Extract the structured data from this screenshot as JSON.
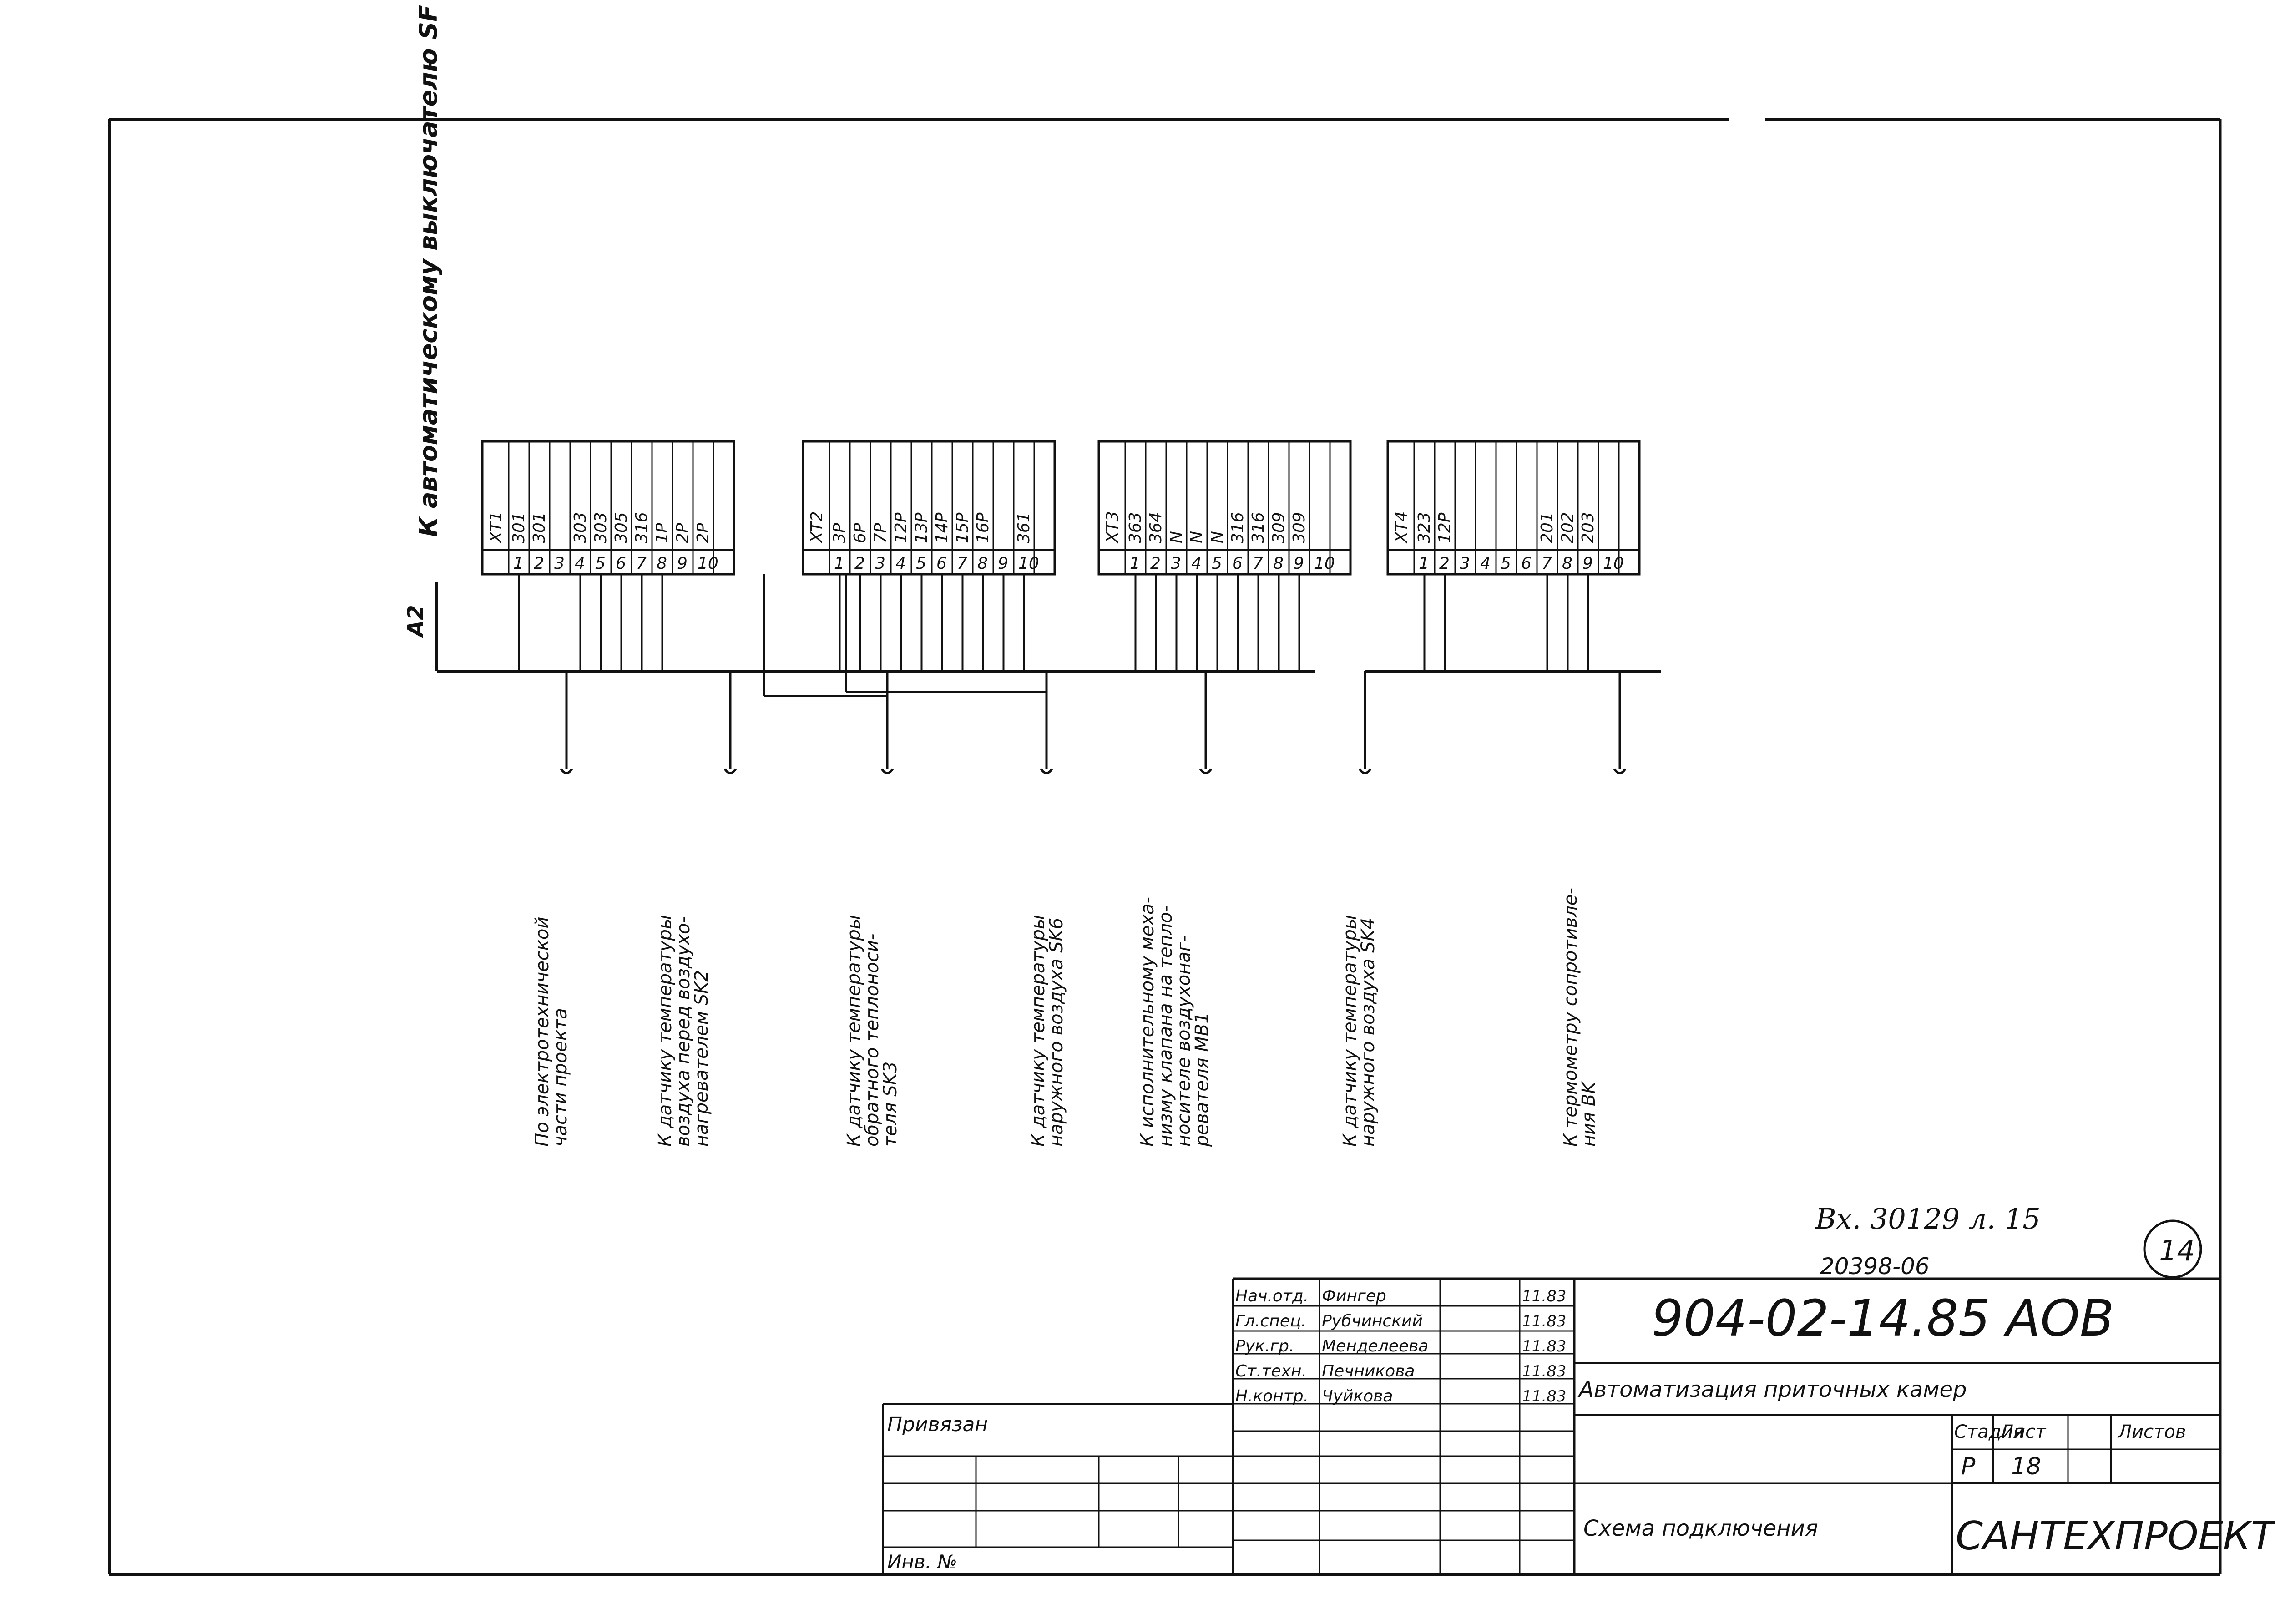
{
  "header_label": "К автоматическому выключателю SF",
  "a2_label": "A2",
  "terminal_blocks": [
    {
      "name": "XT1",
      "wires": [
        "301",
        "301",
        "",
        "303",
        "303",
        "305",
        "316",
        "1P",
        "2P",
        "2P"
      ],
      "numbers": [
        "1",
        "2",
        "3",
        "4",
        "5",
        "6",
        "7",
        "8",
        "9",
        "10"
      ]
    },
    {
      "name": "XT2",
      "wires": [
        "3P",
        "6P",
        "7P",
        "12P",
        "13P",
        "14P",
        "15P",
        "16P",
        "",
        "361"
      ],
      "numbers": [
        "1",
        "2",
        "3",
        "4",
        "5",
        "6",
        "7",
        "8",
        "9",
        "10"
      ]
    },
    {
      "name": "XT3",
      "wires": [
        "363",
        "364",
        "N",
        "N",
        "N",
        "316",
        "316",
        "309",
        "309",
        ""
      ],
      "numbers": [
        "1",
        "2",
        "3",
        "4",
        "5",
        "6",
        "7",
        "8",
        "9",
        "10"
      ]
    },
    {
      "name": "XT4",
      "wires": [
        "323",
        "12P",
        "",
        "",
        "",
        "",
        "201",
        "202",
        "203",
        ""
      ],
      "numbers": [
        "1",
        "2",
        "3",
        "4",
        "5",
        "6",
        "7",
        "8",
        "9",
        "10"
      ]
    }
  ],
  "destinations": [
    {
      "lines": [
        "По электротехнической",
        "части проекта"
      ]
    },
    {
      "lines": [
        "К датчику температуры",
        "воздуха перед воздухо-",
        "нагревателем SK2"
      ]
    },
    {
      "lines": [
        "К датчику температуры",
        "обратного теплоноси-",
        "теля SK3"
      ]
    },
    {
      "lines": [
        "К датчику температуры",
        "наружного воздуха SK6"
      ]
    },
    {
      "lines": [
        "К исполнительному меха-",
        "низму клапана на тепло-",
        "носителе воздухонаг-",
        "ревателя MB1"
      ]
    },
    {
      "lines": [
        "К датчику температуры",
        "наружного воздуха SK4"
      ]
    },
    {
      "lines": [
        "К термометру сопротивле-",
        "ния BK"
      ]
    }
  ],
  "handwritten_ref": "Вх. 30129 л. 15",
  "ref_number": "20398-06",
  "page_circle": "14",
  "title_block": {
    "doc_code": "904-02-14.85 АОВ",
    "project": "Автоматизация приточных камер",
    "sheet_title": "Схема подключения",
    "company": "САНТЕХПРОЕКТ",
    "stage_header": "Стадия",
    "sheet_header": "Лист",
    "sheets_header": "Листов",
    "stage": "Р",
    "sheet": "18",
    "sheets": "",
    "tied": "Привязан",
    "inv": "Инв. №",
    "staff": [
      {
        "role": "Нач.отд.",
        "name": "Фингер",
        "date": "11.83"
      },
      {
        "role": "Гл.спец.",
        "name": "Рубчинский",
        "date": "11.83"
      },
      {
        "role": "Рук.гр.",
        "name": "Менделеева",
        "date": "11.83"
      },
      {
        "role": "Ст.техн.",
        "name": "Печникова",
        "date": "11.83"
      },
      {
        "role": "Н.контр.",
        "name": "Чуйкова",
        "date": "11.83"
      }
    ]
  }
}
